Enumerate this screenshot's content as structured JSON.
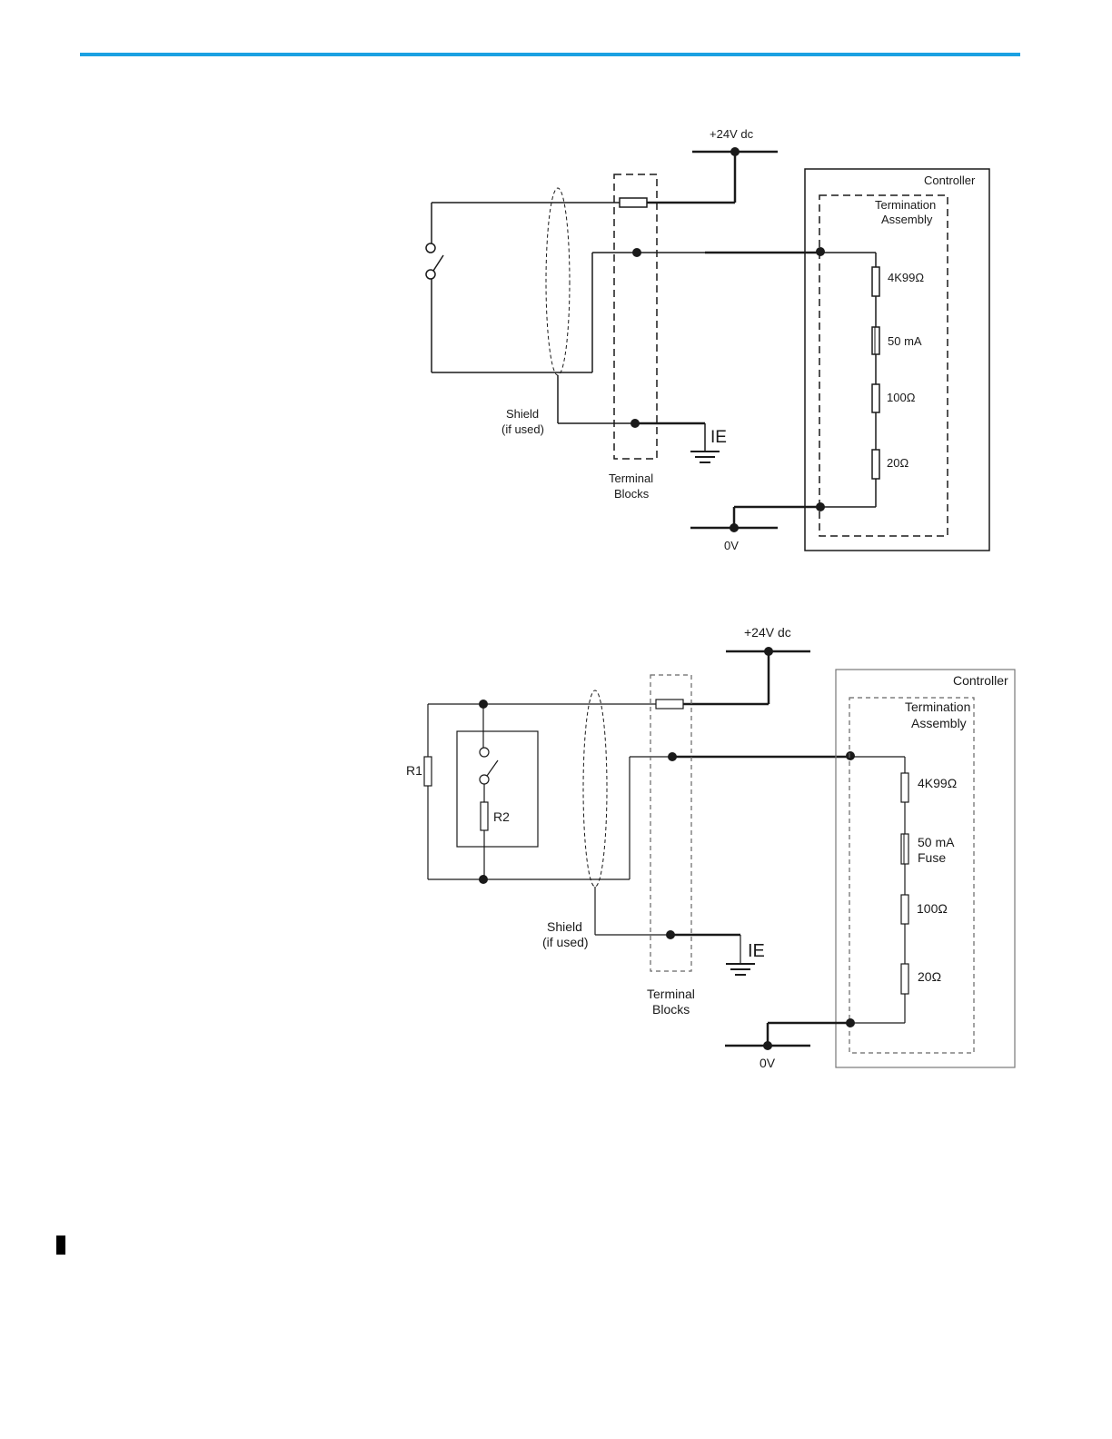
{
  "colors": {
    "rule": "#1ba1e2",
    "ink": "#1a1a1a",
    "accent": "#1ba1e2"
  },
  "diagram1": {
    "supply": "+24V dc",
    "ground": "0V",
    "controller": "Controller",
    "termination_line1": "Termination",
    "termination_line2": "Assembly",
    "r_4k99": "4K99Ω",
    "r_fuse": "50 mA",
    "r_100": "100Ω",
    "r_20": "20Ω",
    "shield_line1": "Shield",
    "shield_line2": "(if used)",
    "ie": "IE",
    "terminal_line1": "Terminal",
    "terminal_line2": "Blocks"
  },
  "diagram2": {
    "supply": "+24V dc",
    "ground": "0V",
    "controller": "Controller",
    "termination_line1": "Termination",
    "termination_line2": "Assembly",
    "r_4k99": "4K99Ω",
    "r_fuse_line1": "50 mA",
    "r_fuse_line2": "Fuse",
    "r_100": "100Ω",
    "r_20": "20Ω",
    "r1": "R1",
    "r2": "R2",
    "shield_line1": "Shield",
    "shield_line2": "(if used)",
    "ie": "IE",
    "terminal_line1": "Terminal",
    "terminal_line2": "Blocks"
  }
}
